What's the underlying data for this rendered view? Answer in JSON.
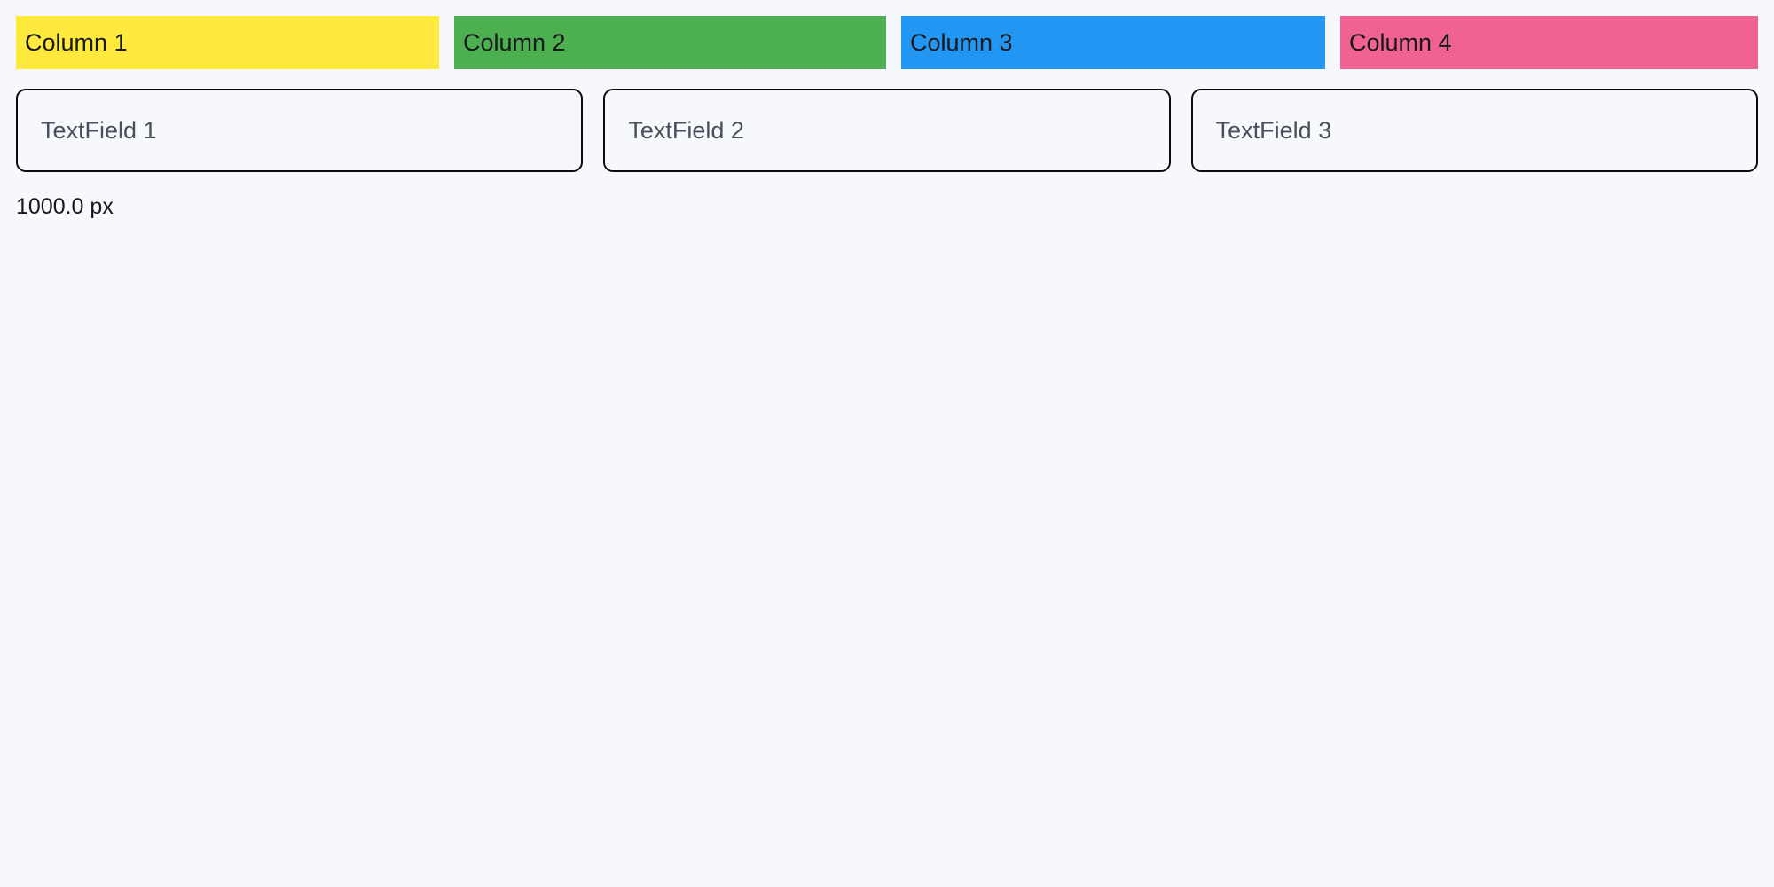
{
  "page": {
    "background_color": "#f7f8fd"
  },
  "columns_row": {
    "items": [
      {
        "label": "Column 1",
        "color": "#ffe93d",
        "text_color": "#17181c"
      },
      {
        "label": "Column 2",
        "color": "#4caf50",
        "text_color": "#17181c"
      },
      {
        "label": "Column 3",
        "color": "#2196f3",
        "text_color": "#17181c"
      },
      {
        "label": "Column 4",
        "color": "#f06292",
        "text_color": "#17181c"
      }
    ]
  },
  "fields_row": {
    "fields": [
      {
        "placeholder": "TextField 1",
        "value": ""
      },
      {
        "placeholder": "TextField 2",
        "value": ""
      },
      {
        "placeholder": "TextField 3",
        "value": ""
      }
    ],
    "border_color": "#0b0c0f",
    "placeholder_color": "#4a5058"
  },
  "measurement": {
    "text": "1000.0 px"
  }
}
